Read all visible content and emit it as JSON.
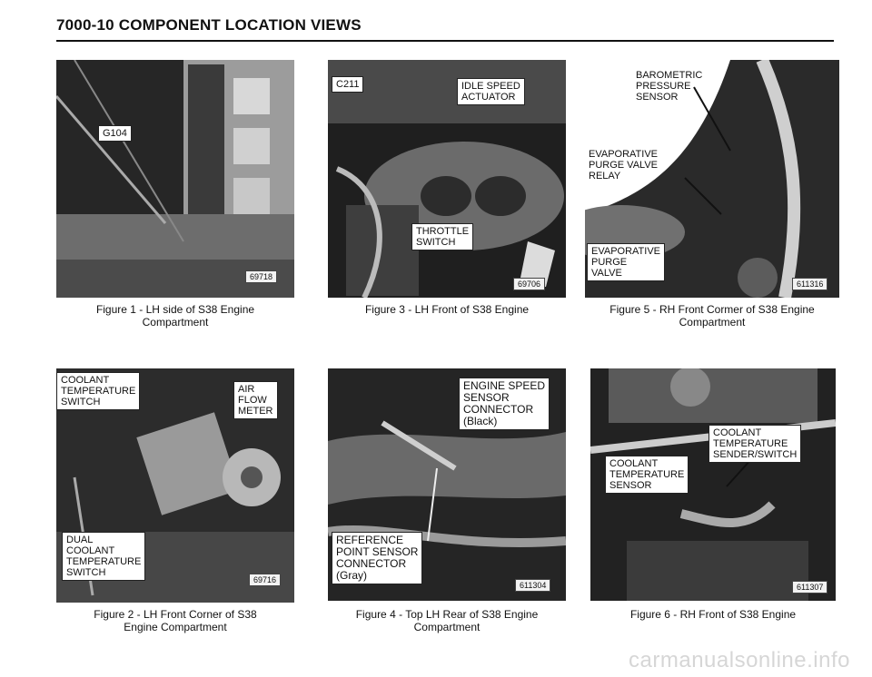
{
  "header": {
    "title": "7000-10  COMPONENT LOCATION VIEWS"
  },
  "figures": {
    "fig1": {
      "caption_line1": "Figure 1 - LH side of S38 Engine",
      "caption_line2": "Compartment",
      "photo_id": "69718",
      "callouts": {
        "g104": "G104"
      }
    },
    "fig3": {
      "caption": "Figure 3 - LH Front of S38 Engine",
      "photo_id": "69706",
      "callouts": {
        "c211": "C211",
        "idle_l1": "IDLE SPEED",
        "idle_l2": "ACTUATOR",
        "throttle_l1": "THROTTLE",
        "throttle_l2": "SWITCH"
      }
    },
    "fig5": {
      "caption_line1": "Figure 5 - RH Front Cormer of S38 Engine",
      "caption_line2": "Compartment",
      "photo_id": "611316",
      "callouts": {
        "baro_l1": "BAROMETRIC",
        "baro_l2": "PRESSURE",
        "baro_l3": "SENSOR",
        "relay_l1": "EVAPORATIVE",
        "relay_l2": "PURGE VALVE",
        "relay_l3": "RELAY",
        "valve_l1": "EVAPORATIVE",
        "valve_l2": "PURGE",
        "valve_l3": "VALVE"
      }
    },
    "fig2": {
      "caption_line1": "Figure 2 - LH Front Corner of S38",
      "caption_line2": "Engine Compartment",
      "photo_id": "69716",
      "callouts": {
        "cts_l1": "COOLANT",
        "cts_l2": "TEMPERATURE",
        "cts_l3": "SWITCH",
        "afm_l1": "AIR",
        "afm_l2": "FLOW",
        "afm_l3": "METER",
        "dual_l1": "DUAL",
        "dual_l2": "COOLANT",
        "dual_l3": "TEMPERATURE",
        "dual_l4": "SWITCH"
      }
    },
    "fig4": {
      "caption_line1": "Figure 4 - Top LH Rear of S38 Engine",
      "caption_line2": "Compartment",
      "photo_id": "611304",
      "callouts": {
        "ess_l1": "ENGINE SPEED",
        "ess_l2": "SENSOR",
        "ess_l3": "CONNECTOR",
        "ess_l4": "(Black)",
        "ref_l1": "REFERENCE",
        "ref_l2": "POINT SENSOR",
        "ref_l3": "CONNECTOR",
        "ref_l4": "(Gray)"
      }
    },
    "fig6": {
      "caption": "Figure 6 - RH Front of S38 Engine",
      "photo_id": "611307",
      "callouts": {
        "sw_l1": "COOLANT",
        "sw_l2": "TEMPERATURE",
        "sw_l3": "SENDER/SWITCH",
        "sen_l1": "COOLANT",
        "sen_l2": "TEMPERATURE",
        "sen_l3": "SENSOR"
      }
    }
  },
  "watermark": "carmanualsonline.info",
  "colors": {
    "photo_dark": "#1a1a1a",
    "photo_mid": "#5a5a5a",
    "photo_light": "#b9b9b9"
  }
}
